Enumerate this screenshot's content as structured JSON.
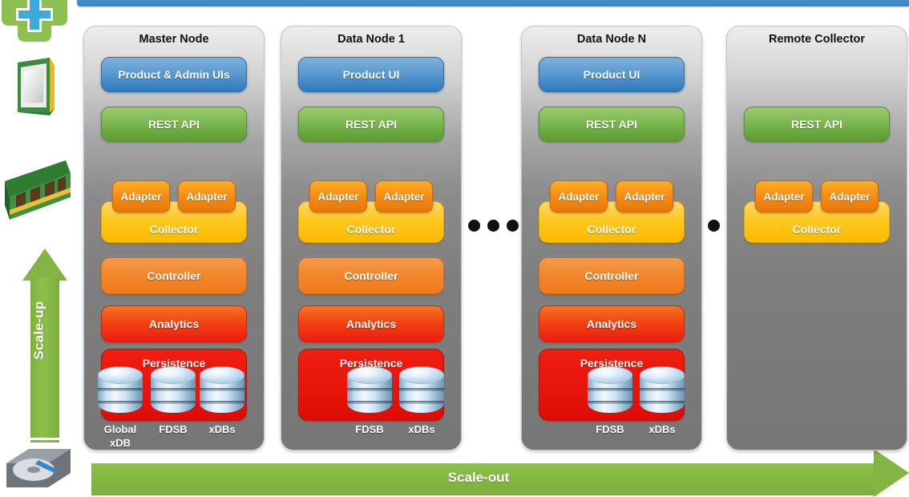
{
  "banner": {
    "name": "top-banner",
    "color": "#4A90CE"
  },
  "rail": {
    "icons": [
      {
        "name": "health-plus-icon"
      },
      {
        "name": "cpu-chip-icon"
      },
      {
        "name": "ram-module-icon"
      },
      {
        "name": "hard-disk-icon"
      }
    ]
  },
  "arrows": {
    "scale_up": {
      "label": "Scale-up",
      "color": "#82B543",
      "direction": "up"
    },
    "scale_out": {
      "label": "Scale-out",
      "color": "#82B543",
      "direction": "right"
    }
  },
  "ellipsis": {
    "between_nodes": "• • •",
    "before_remote": "•"
  },
  "colors": {
    "ui": "#2E79BB",
    "rest_api": "#5C9A32",
    "collector": "#FBB900",
    "adapter": "#E8780C",
    "controller": "#EE7A1E",
    "analytics": "#EE1C11",
    "persistence": "#E8150A",
    "panel": "#7E7E7E",
    "database": "#CBE1F2"
  },
  "nodes": [
    {
      "title": "Master Node",
      "ui": "Product & Admin UIs",
      "rest_api": "REST API",
      "adapters": [
        "Adapter",
        "Adapter"
      ],
      "collector": "Collector",
      "controller": "Controller",
      "analytics": "Analytics",
      "persistence": "Persistence",
      "databases": [
        "Global xDB",
        "FDSB",
        "xDBs"
      ]
    },
    {
      "title": "Data Node 1",
      "ui": "Product UI",
      "rest_api": "REST API",
      "adapters": [
        "Adapter",
        "Adapter"
      ],
      "collector": "Collector",
      "controller": "Controller",
      "analytics": "Analytics",
      "persistence": "Persistence",
      "databases": [
        "FDSB",
        "xDBs"
      ]
    },
    {
      "title": "Data Node N",
      "ui": "Product UI",
      "rest_api": "REST API",
      "adapters": [
        "Adapter",
        "Adapter"
      ],
      "collector": "Collector",
      "controller": "Controller",
      "analytics": "Analytics",
      "persistence": "Persistence",
      "databases": [
        "FDSB",
        "xDBs"
      ]
    },
    {
      "title": "Remote Collector",
      "ui": null,
      "rest_api": "REST API",
      "adapters": [
        "Adapter",
        "Adapter"
      ],
      "collector": "Collector",
      "controller": null,
      "analytics": null,
      "persistence": null,
      "databases": []
    }
  ]
}
